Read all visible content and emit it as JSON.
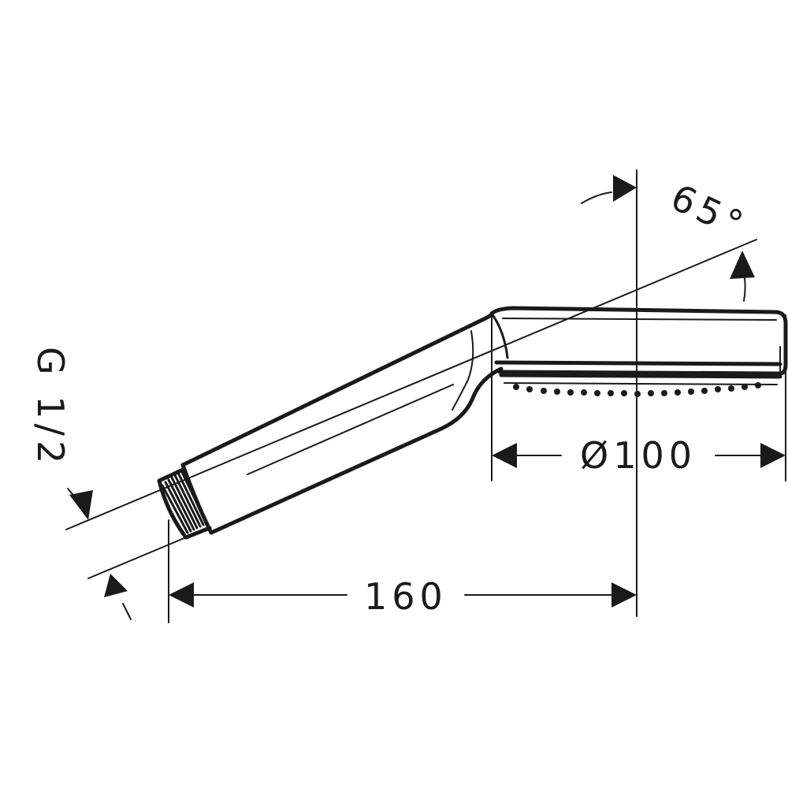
{
  "drawing": {
    "dimensions": {
      "angle_label": "65°",
      "diameter_label": "Ø100",
      "length_label": "160",
      "thread_label": "G 1/2"
    },
    "colors": {
      "line": "#1a1a1a",
      "background": "#ffffff"
    }
  }
}
